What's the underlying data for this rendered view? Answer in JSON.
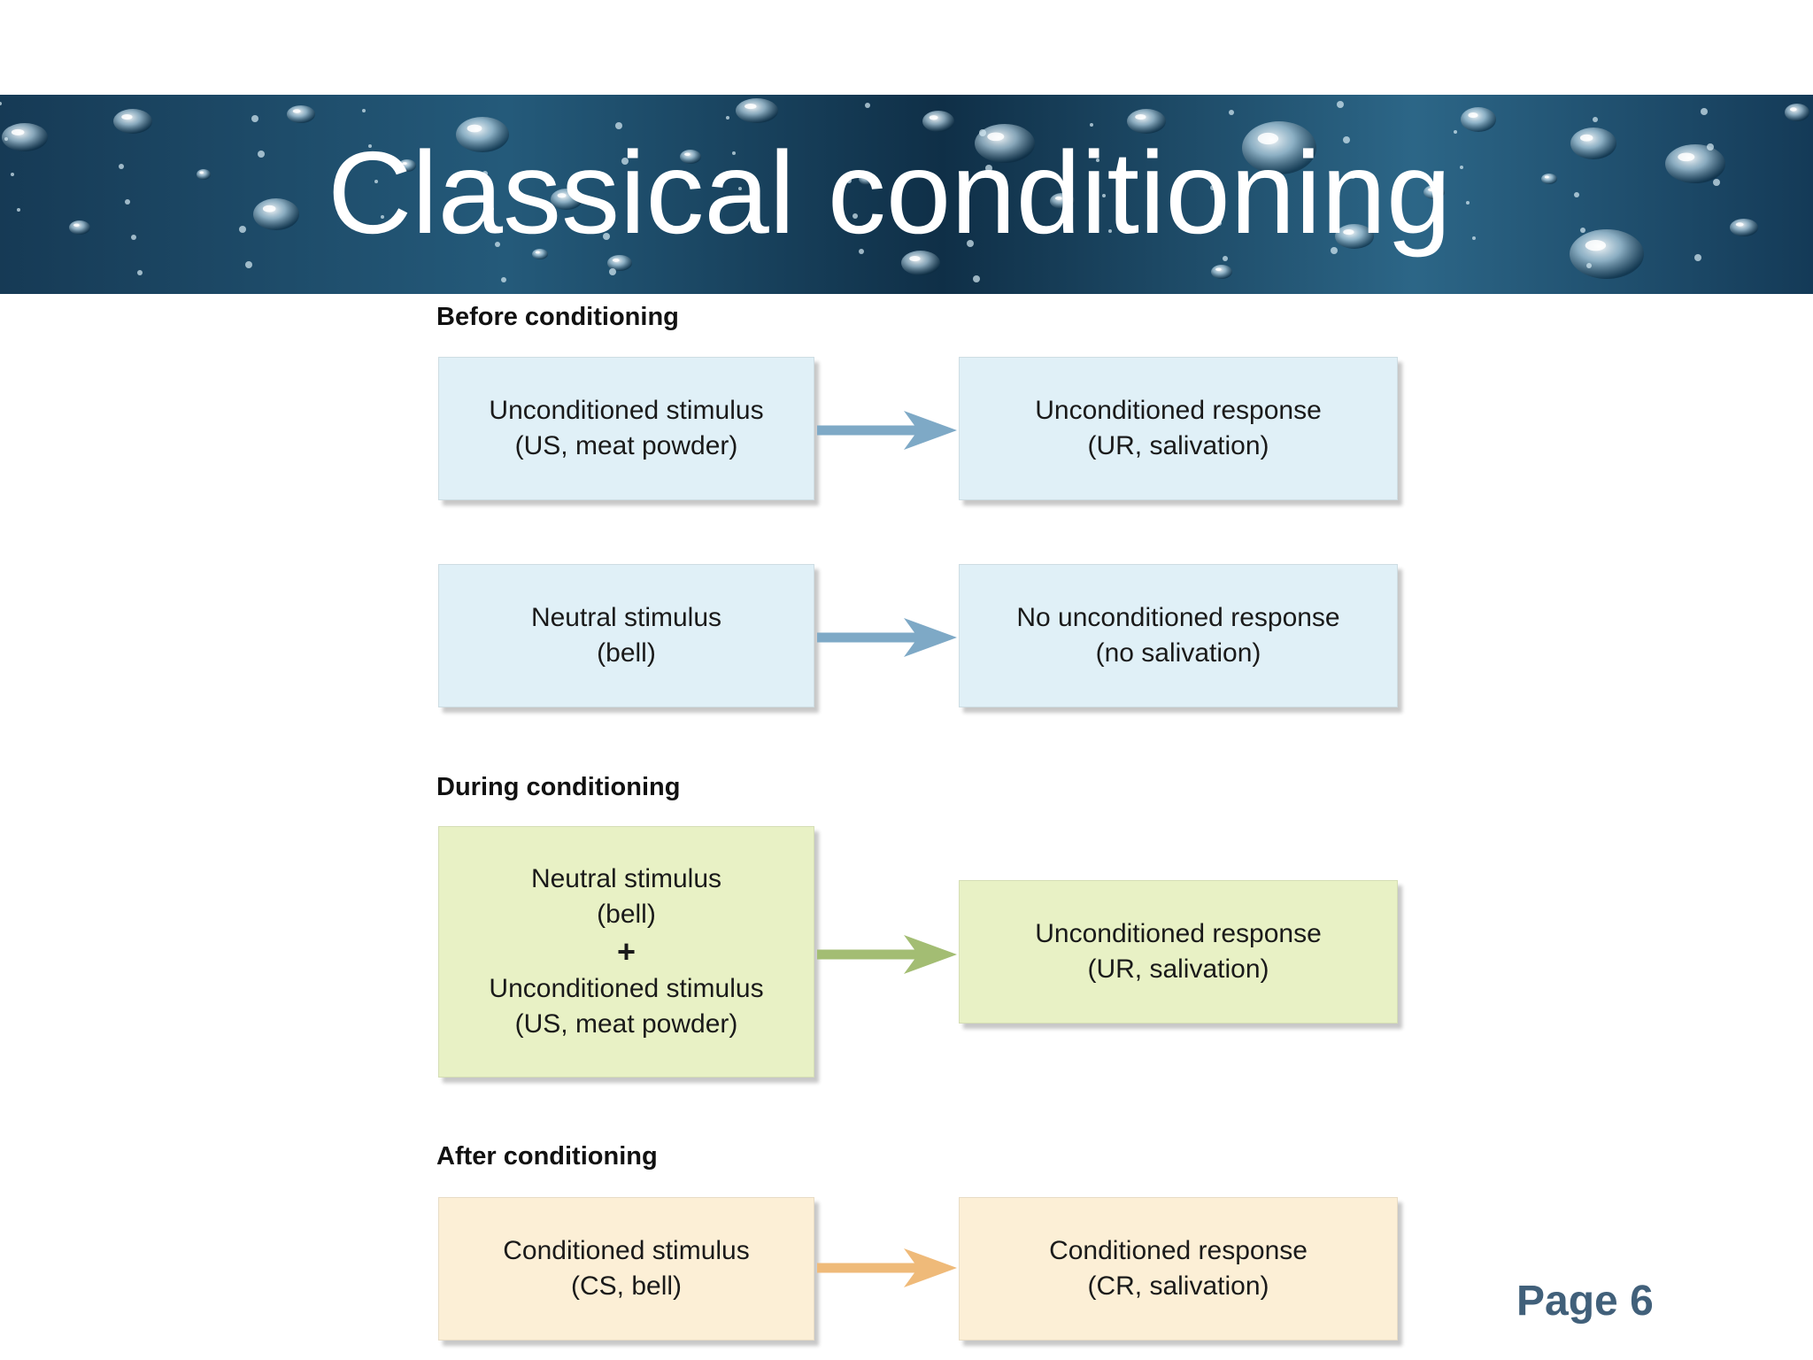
{
  "slide": {
    "title": "Classical conditioning",
    "page_label": "Page 6"
  },
  "sections": {
    "before": "Before conditioning",
    "during": "During conditioning",
    "after": "After conditioning"
  },
  "boxes": {
    "before_us": {
      "line1": "Unconditioned stimulus",
      "line2": "(US, meat powder)"
    },
    "before_ur": {
      "line1": "Unconditioned response",
      "line2": "(UR, salivation)"
    },
    "before_ns": {
      "line1": "Neutral stimulus",
      "line2": "(bell)"
    },
    "before_no_ur": {
      "line1": "No unconditioned response",
      "line2": "(no salivation)"
    },
    "during_stimulus": {
      "line1": "Neutral stimulus",
      "line2": "(bell)",
      "plus": "+",
      "line3": "Unconditioned stimulus",
      "line4": "(US, meat powder)"
    },
    "during_ur": {
      "line1": "Unconditioned response",
      "line2": "(UR, salivation)"
    },
    "after_cs": {
      "line1": "Conditioned stimulus",
      "line2": "(CS, bell)"
    },
    "after_cr": {
      "line1": "Conditioned response",
      "line2": "(CR, salivation)"
    }
  },
  "colors": {
    "banner": "#1d4866",
    "before_box": "#e0f0f7",
    "during_box": "#e8f1c5",
    "after_box": "#fcefd6",
    "before_arrow": "#7ea9c6",
    "during_arrow": "#a3bd73",
    "after_arrow": "#efba79",
    "page_label": "#41607a"
  }
}
